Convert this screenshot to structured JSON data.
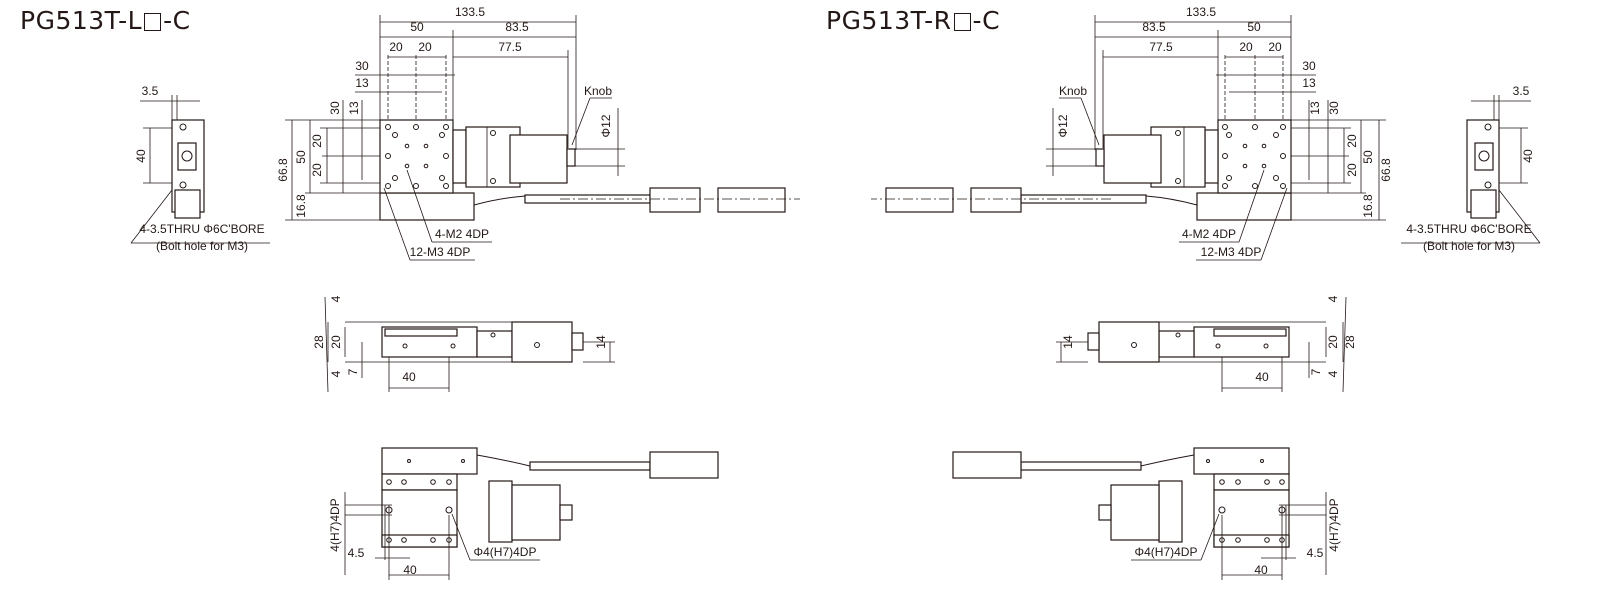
{
  "colors": {
    "line": "#231815",
    "background": "#ffffff"
  },
  "left": {
    "title_prefix": "PG513T-L",
    "title_suffix": "-C",
    "labels": {
      "overall": "133.5",
      "stage_width": "50",
      "motor_length": "83.5",
      "motor_to_knob": "77.5",
      "pitch_a": "20",
      "pitch_b": "20",
      "h30": "30",
      "h13": "13",
      "v66_8": "66.8",
      "v50": "50",
      "v20a": "20",
      "v20b": "20",
      "v30": "30",
      "v13": "13",
      "v16_8": "16.8",
      "knob": "Knob",
      "knob_dia": "Φ12",
      "m2": "4-M2 4DP",
      "m3": "12-M3 4DP",
      "side_3_5": "3.5",
      "side_40": "40",
      "bore": "4-3.5THRU Φ6C'BORE",
      "bolt": "(Bolt hole for M3)",
      "f_4top": "4",
      "f_28": "28",
      "f_20": "20",
      "f_4bot": "4",
      "f_7": "7",
      "f_40": "40",
      "f_14": "14",
      "b_pin": "4(H7)4DP",
      "b_4_5": "4.5",
      "b_40": "40",
      "b_phi": "Φ4(H7)4DP"
    }
  },
  "right": {
    "title_prefix": "PG513T-R",
    "title_suffix": "-C",
    "labels": {
      "overall": "133.5",
      "stage_width": "50",
      "motor_length": "83.5",
      "motor_to_knob": "77.5",
      "pitch_a": "20",
      "pitch_b": "20",
      "h30": "30",
      "h13": "13",
      "v66_8": "66.8",
      "v50": "50",
      "v20a": "20",
      "v20b": "20",
      "v30": "30",
      "v13": "13",
      "v16_8": "16.8",
      "knob": "Knob",
      "knob_dia": "Φ12",
      "m2": "4-M2 4DP",
      "m3": "12-M3 4DP",
      "side_3_5": "3.5",
      "side_40": "40",
      "bore": "4-3.5THRU Φ6C'BORE",
      "bolt": "(Bolt hole for M3)",
      "f_4top": "4",
      "f_28": "28",
      "f_20": "20",
      "f_4bot": "4",
      "f_7": "7",
      "f_40": "40",
      "f_14": "14",
      "b_pin": "4(H7)4DP",
      "b_4_5": "4.5",
      "b_40": "40",
      "b_phi": "Φ4(H7)4DP"
    }
  }
}
